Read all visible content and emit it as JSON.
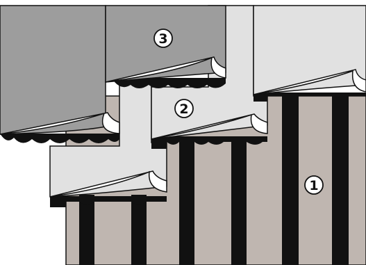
{
  "diagram": {
    "markers": [
      {
        "id": "marker-1",
        "label": "1"
      },
      {
        "id": "marker-2",
        "label": "2"
      },
      {
        "id": "marker-3",
        "label": "3"
      }
    ],
    "colors": {
      "wall": "#bfb6b0",
      "wall_stripe": "#111111",
      "paper_light": "#e1e1e1",
      "paper_dark": "#9d9d9d",
      "curl": "#ffffff",
      "outline": "#111111"
    }
  }
}
